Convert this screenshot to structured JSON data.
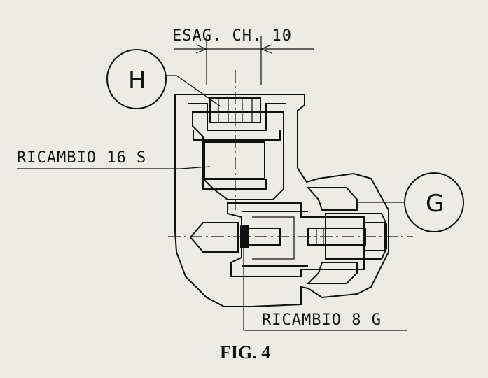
{
  "labels": {
    "hex": "ESAG. CH. 10",
    "spare_top": "RICAMBIO 16 S",
    "spare_bottom": "RICAMBIO 8 G",
    "callout_h": "H",
    "callout_g": "G"
  },
  "caption": "FIG. 4"
}
